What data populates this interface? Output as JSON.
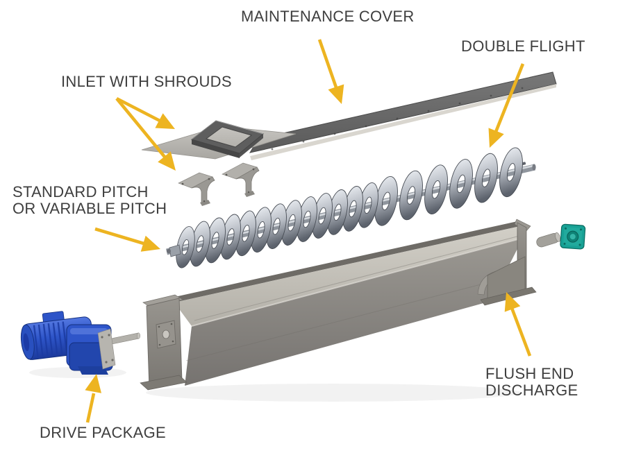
{
  "diagram": {
    "labels": {
      "maintenance_cover": "MAINTENANCE COVER",
      "double_flight": "DOUBLE FLIGHT",
      "inlet_with_shrouds": "INLET WITH SHROUDS",
      "pitch_line1": "STANDARD PITCH",
      "pitch_line2": "OR VARIABLE PITCH",
      "flush_line1": "FLUSH END",
      "flush_line2": "DISCHARGE",
      "drive_package": "DRIVE PACKAGE"
    },
    "colors": {
      "arrow": "#edb421",
      "label_text": "#3e3e3e",
      "background": "#ffffff",
      "cover_gray": "#686868",
      "trough_gray": "#8f8c86",
      "steel_flight": "#aeb3bb",
      "motor_blue": "#2e55c9",
      "bearing_teal": "#18a195"
    },
    "parts": [
      "maintenance-cover",
      "inlet-with-shrouds",
      "shroud-brackets",
      "screw-auger",
      "trough",
      "flush-end-discharge",
      "drive-package",
      "hanger-bearing",
      "shaft-stub"
    ]
  }
}
